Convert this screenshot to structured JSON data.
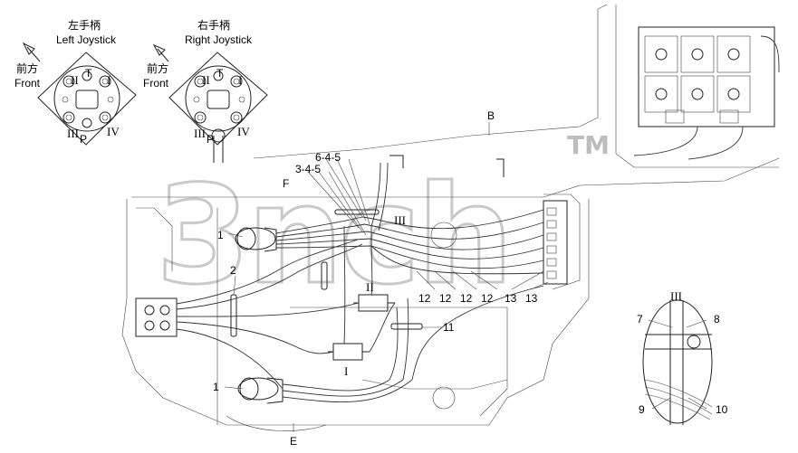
{
  "joysticks": {
    "left": {
      "cn": "左手柄",
      "en": "Left Joystick",
      "front_cn": "前方",
      "front_en": "Front"
    },
    "right": {
      "cn": "右手柄",
      "en": "Right Joystick",
      "front_cn": "前方",
      "front_en": "Front"
    },
    "port_labels": {
      "ii": "II",
      "t": "T",
      "i": "I",
      "iii": "III",
      "p": "P",
      "iv": "IV"
    }
  },
  "callouts": {
    "b": "B",
    "e": "E",
    "f": "F",
    "six_four_five": "6-4-5",
    "three_four_five": "3-4-5",
    "one_top": "1",
    "one_bottom": "1",
    "two": "2",
    "roman_i": "I",
    "roman_ii": "II",
    "roman_iii": "III",
    "eleven": "11",
    "twelve_a": "12",
    "twelve_b": "12",
    "twelve_c": "12",
    "twelve_d": "12",
    "thirteen_a": "13",
    "thirteen_b": "13"
  },
  "detail": {
    "title": "III",
    "seven": "7",
    "eight": "8",
    "nine": "9",
    "ten": "10"
  },
  "watermark": {
    "text": "3nch",
    "tm": "TM"
  }
}
